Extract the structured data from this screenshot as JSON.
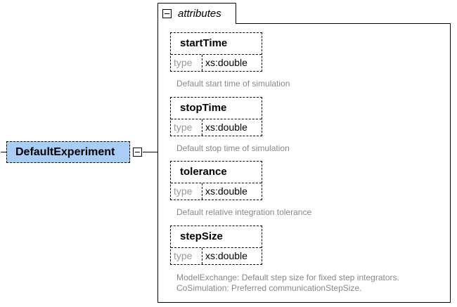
{
  "element": {
    "name": "DefaultExperiment"
  },
  "attributes_group": {
    "label": "attributes",
    "items": [
      {
        "name": "startTime",
        "type_label": "type",
        "type_value": "xs:double",
        "description": [
          "Default start time of simulation"
        ]
      },
      {
        "name": "stopTime",
        "type_label": "type",
        "type_value": "xs:double",
        "description": [
          "Default stop time of simulation"
        ]
      },
      {
        "name": "tolerance",
        "type_label": "type",
        "type_value": "xs:double",
        "description": [
          "Default relative integration tolerance"
        ]
      },
      {
        "name": "stepSize",
        "type_label": "type",
        "type_value": "xs:double",
        "description": [
          "ModelExchange: Default step size for fixed step integrators.",
          "CoSimulation: Preferred communicationStepSize."
        ]
      }
    ]
  }
}
